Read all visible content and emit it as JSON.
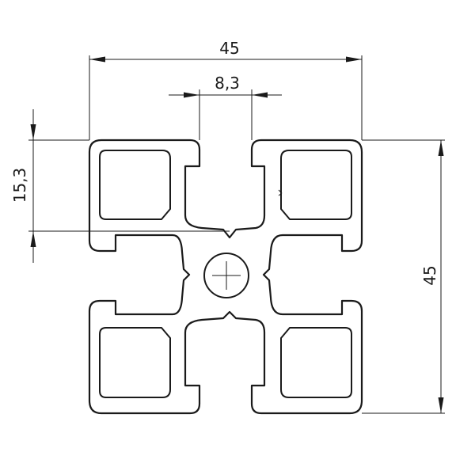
{
  "dimensions": {
    "overall_width": "45",
    "slot_width": "8,3",
    "offset_height": "15,3",
    "overall_height": "45"
  },
  "colors": {
    "line": "#1a1a1a",
    "background": "#ffffff"
  }
}
